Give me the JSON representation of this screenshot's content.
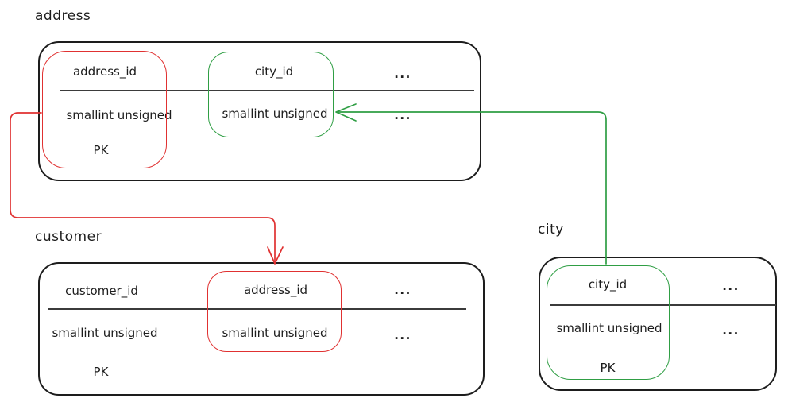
{
  "diagram": {
    "colors": {
      "table_stroke": "#1d1d1d",
      "divider": "#3b3b3b",
      "highlight_red": "#e03131",
      "highlight_green": "#2f9e44",
      "background": "#ffffff"
    },
    "tables": [
      {
        "name": "address",
        "columns": [
          {
            "name": "address_id",
            "type": "smallint unsigned",
            "key": "PK",
            "highlight": "red"
          },
          {
            "name": "city_id",
            "type": "smallint unsigned",
            "key": "",
            "highlight": "green"
          },
          {
            "name": "...",
            "type": "...",
            "key": "",
            "highlight": ""
          }
        ]
      },
      {
        "name": "customer",
        "columns": [
          {
            "name": "customer_id",
            "type": "smallint unsigned",
            "key": "PK",
            "highlight": ""
          },
          {
            "name": "address_id",
            "type": "smallint unsigned",
            "key": "",
            "highlight": "red"
          },
          {
            "name": "...",
            "type": "...",
            "key": "",
            "highlight": ""
          }
        ]
      },
      {
        "name": "city",
        "columns": [
          {
            "name": "city_id",
            "type": "smallint unsigned",
            "key": "PK",
            "highlight": "green"
          },
          {
            "name": "...",
            "type": "...",
            "key": "",
            "highlight": ""
          }
        ]
      }
    ],
    "relations": [
      {
        "from_table": "address",
        "from_column": "address_id",
        "to_table": "customer",
        "to_column": "address_id",
        "color": "#e03131"
      },
      {
        "from_table": "city",
        "from_column": "city_id",
        "to_table": "address",
        "to_column": "city_id",
        "color": "#2f9e44"
      }
    ]
  }
}
